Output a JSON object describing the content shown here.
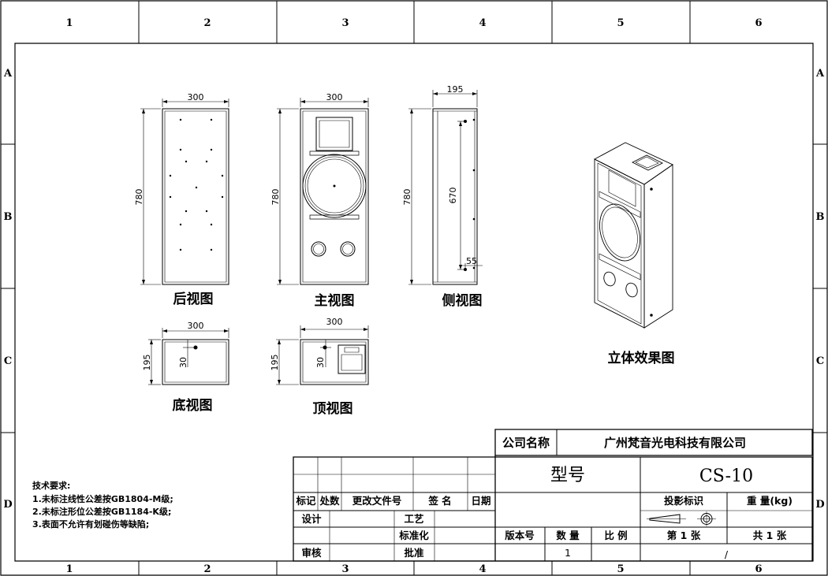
{
  "zones": {
    "columns": [
      "1",
      "2",
      "3",
      "4",
      "5",
      "6"
    ],
    "rows": [
      "A",
      "B",
      "C",
      "D"
    ]
  },
  "views": {
    "rear": {
      "label": "后视图",
      "width": "300",
      "height": "780"
    },
    "front": {
      "label": "主视图",
      "width": "300",
      "height": "780"
    },
    "side": {
      "label": "侧视图",
      "depth": "195",
      "height": "780",
      "inner": "670",
      "offset": "55"
    },
    "bottom": {
      "label": "底视图",
      "width": "300",
      "depth": "195",
      "offset": "30"
    },
    "top": {
      "label": "顶视图",
      "width": "300",
      "depth": "195",
      "offset": "30"
    },
    "iso": {
      "label": "立体效果图"
    }
  },
  "notes": {
    "title": "技术要求:",
    "items": [
      "1.未标注线性公差按GB1804-M级;",
      "2.未标注形位公差按GB1184-K级;",
      "3.表面不允许有划碰伤等缺陷;"
    ]
  },
  "title_block": {
    "company_label": "公司名称",
    "company_name": "广州梵音光电科技有限公司",
    "model_label": "型号",
    "model_value": "CS-10",
    "rev_headers": {
      "mark": "标记",
      "zone": "处数",
      "change_doc": "更改文件号",
      "sign": "签 名",
      "date": "日期"
    },
    "design": "设计",
    "process": "工艺",
    "standardize": "标准化",
    "review": "审核",
    "approve": "批准",
    "projection": "投影标识",
    "weight": "重 量(kg)",
    "version": "版本号",
    "quantity": "数 量",
    "scale": "比 例",
    "sheet_no": "第 1 张",
    "sheet_total": "共 1 张",
    "quantity_value": "1",
    "scale_value": "/"
  }
}
